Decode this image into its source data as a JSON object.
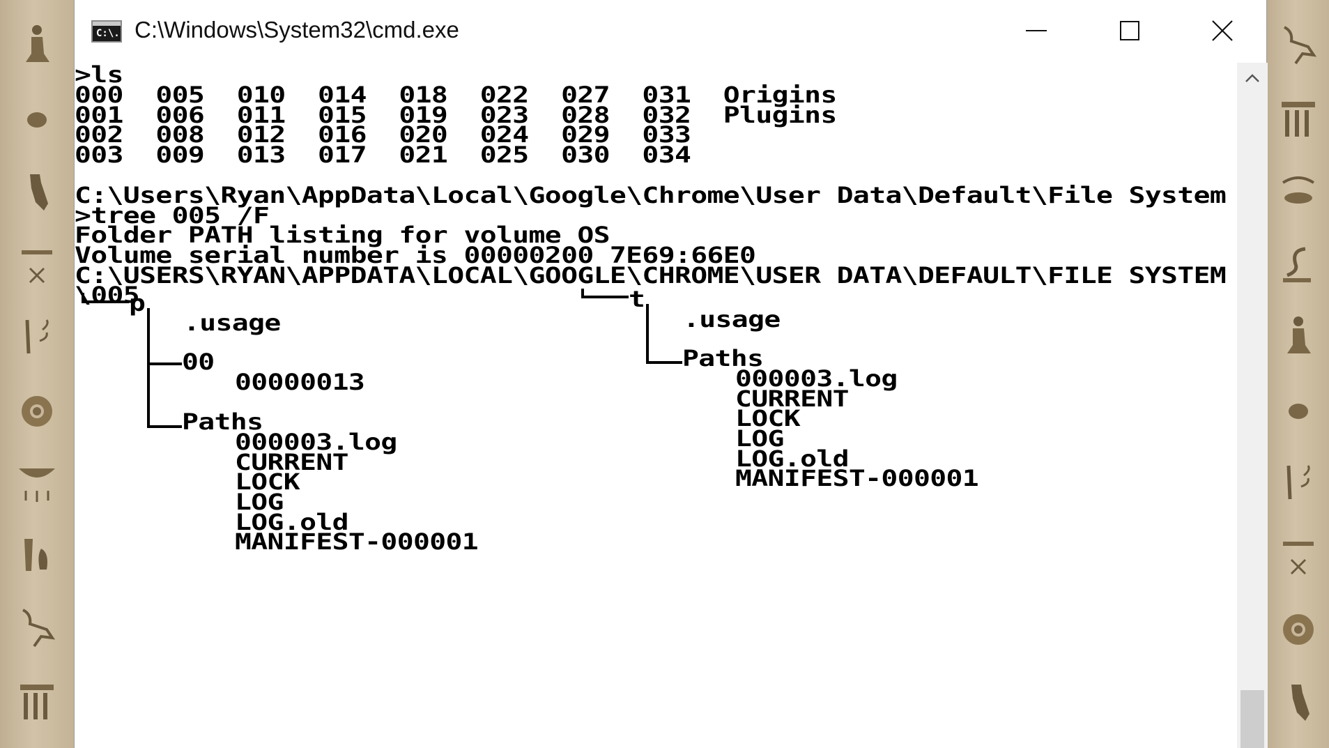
{
  "window": {
    "title": "C:\\Windows\\System32\\cmd.exe",
    "icon_text": "C:\\."
  },
  "console": {
    "cmd1": ">ls",
    "ls_rows": [
      "000  005  010  014  018  022  027  031  Origins",
      "001  006  011  015  019  023  028  032  Plugins",
      "002  008  012  016  020  024  029  033",
      "003  009  013  017  021  025  030  034"
    ],
    "prompt_path": "C:\\Users\\Ryan\\AppData\\Local\\Google\\Chrome\\User Data\\Default\\File System",
    "cmd2": ">tree 005 /F",
    "folder_listing": "Folder PATH listing for volume OS",
    "serial": "Volume serial number is 00000200 7E69:66E0",
    "upper_path": "C:\\USERS\\RYAN\\APPDATA\\LOCAL\\GOOGLE\\CHROME\\USER DATA\\DEFAULT\\FILE SYSTEM",
    "root": "\\005",
    "left_tree": {
      "folder": "p",
      "usage": ".usage",
      "sub1": "00",
      "sub1_file": "00000013",
      "sub2": "Paths",
      "files": [
        "000003.log",
        "CURRENT",
        "LOCK",
        "LOG",
        "LOG.old",
        "MANIFEST-000001"
      ]
    },
    "right_tree": {
      "folder": "t",
      "usage": ".usage",
      "sub": "Paths",
      "files": [
        "000003.log",
        "CURRENT",
        "LOCK",
        "LOG",
        "LOG.old",
        "MANIFEST-000001"
      ]
    }
  },
  "decor": {
    "left_glyphs": [
      "seated-figure-icon",
      "sun-disk-icon",
      "falcon-icon",
      "bread-loaf-icon",
      "reed-icon",
      "chrome-ring-icon",
      "basket-icon",
      "vessel-icon",
      "ibis-icon",
      "shrine-icon"
    ],
    "right_glyphs": [
      "ibis-icon",
      "shrine-icon",
      "bird-eye-icon",
      "horned-viper-icon",
      "seated-figure-icon",
      "sun-disk-icon",
      "reed-icon",
      "bread-loaf-icon",
      "chrome-ring-icon",
      "falcon-icon"
    ]
  }
}
